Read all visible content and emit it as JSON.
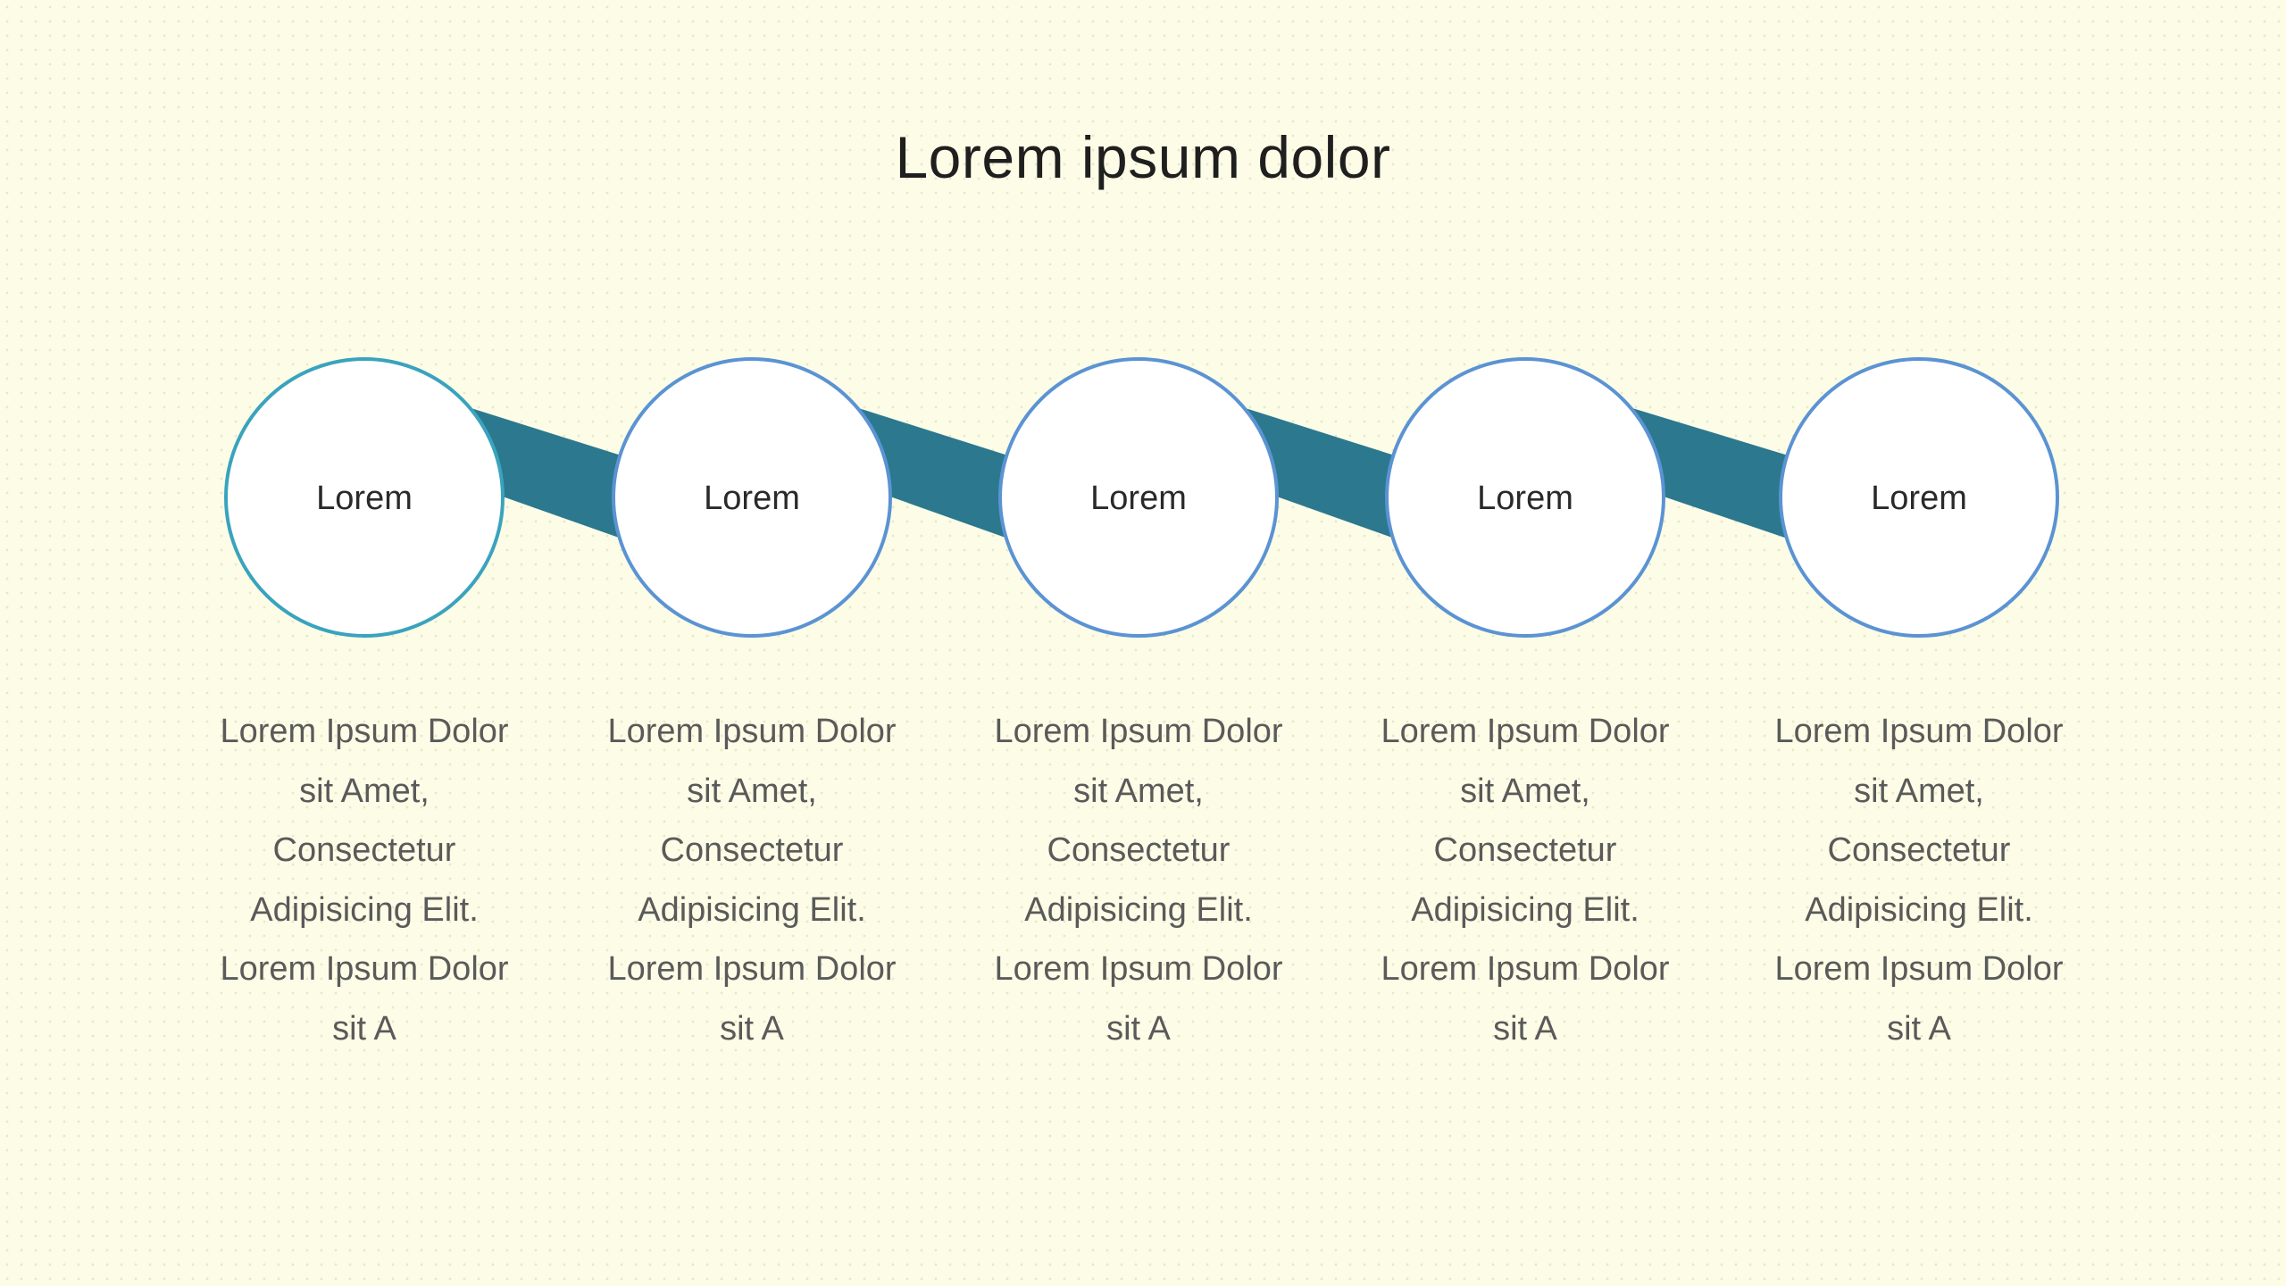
{
  "title": "Lorem ipsum dolor",
  "colors": {
    "background": "#fdfde7",
    "connector": "#2b788f",
    "circle_fill": "#ffffff",
    "circle_stroke_first": "#3aa3bd",
    "circle_stroke": "#5b93d3",
    "label_text": "#2a2a2a",
    "description_text": "#5a5a5a"
  },
  "steps": [
    {
      "label": "Lorem",
      "description": [
        "Lorem Ipsum Dolor",
        "sit Amet,",
        "Consectetur",
        "Adipisicing Elit.",
        "Lorem Ipsum Dolor",
        "sit A"
      ]
    },
    {
      "label": "Lorem",
      "description": [
        "Lorem Ipsum Dolor",
        "sit Amet,",
        "Consectetur",
        "Adipisicing Elit.",
        "Lorem Ipsum Dolor",
        "sit A"
      ]
    },
    {
      "label": "Lorem",
      "description": [
        "Lorem Ipsum Dolor",
        "sit Amet,",
        "Consectetur",
        "Adipisicing Elit.",
        "Lorem Ipsum Dolor",
        "sit A"
      ]
    },
    {
      "label": "Lorem",
      "description": [
        "Lorem Ipsum Dolor",
        "sit Amet,",
        "Consectetur",
        "Adipisicing Elit.",
        "Lorem Ipsum Dolor",
        "sit A"
      ]
    },
    {
      "label": "Lorem",
      "description": [
        "Lorem Ipsum Dolor",
        "sit Amet,",
        "Consectetur",
        "Adipisicing Elit.",
        "Lorem Ipsum Dolor",
        "sit A"
      ]
    }
  ]
}
